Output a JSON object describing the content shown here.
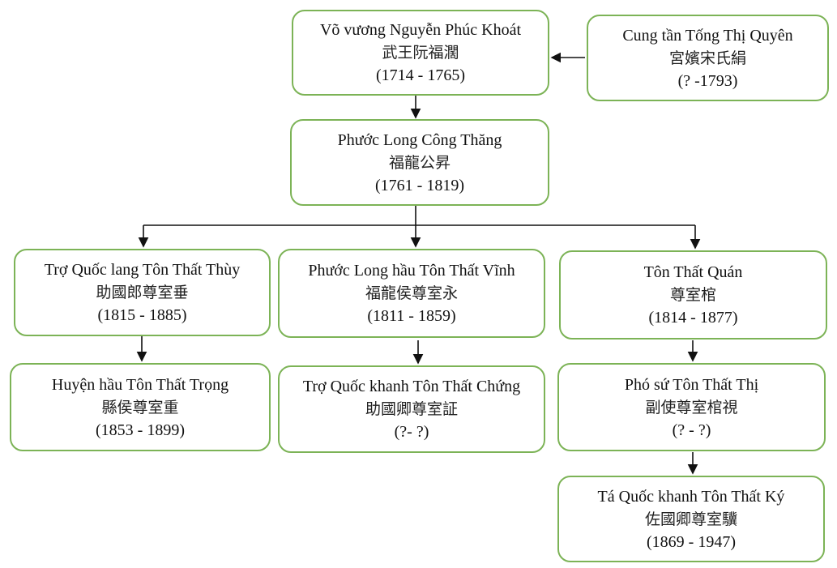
{
  "nodes": {
    "vo_vuong": {
      "name": "Võ vương Nguyễn Phúc Khoát",
      "han": "武王阮福濶",
      "years": "(1714 - 1765)"
    },
    "cung_tan": {
      "name": "Cung tần Tống Thị Quyên",
      "han": "宮嬪宋氏絹",
      "years": "(? -1793)"
    },
    "phuoc_long_cong": {
      "name": "Phước Long Công Thăng",
      "han": "福龍公昇",
      "years": "(1761 - 1819)"
    },
    "thuy": {
      "name": "Trợ Quốc lang Tôn Thất Thùy",
      "han": "助國郎尊室垂",
      "years": "(1815 - 1885)"
    },
    "vinh": {
      "name": "Phước Long hầu Tôn Thất Vĩnh",
      "han": "福龍侯尊室永",
      "years": "(1811 - 1859)"
    },
    "quan": {
      "name": "Tôn Thất Quán",
      "han": "尊室棺",
      "years": "(1814 - 1877)"
    },
    "trong": {
      "name": "Huyện hầu Tôn Thất Trọng",
      "han": "縣侯尊室重",
      "years": "(1853 - 1899)"
    },
    "chung": {
      "name": "Trợ Quốc khanh Tôn Thất Chứng",
      "han": "助國卿尊室証",
      "years": "(?- ?)"
    },
    "thi": {
      "name": "Phó sứ Tôn Thất Thị",
      "han": "副使尊室棺視",
      "years": "(? - ?)"
    },
    "ky": {
      "name": "Tá Quốc khanh Tôn Thất Ký",
      "han": "佐國卿尊室驥",
      "years": "(1869 - 1947)"
    }
  },
  "colors": {
    "border": "#7cb356",
    "arrow": "#111111"
  }
}
